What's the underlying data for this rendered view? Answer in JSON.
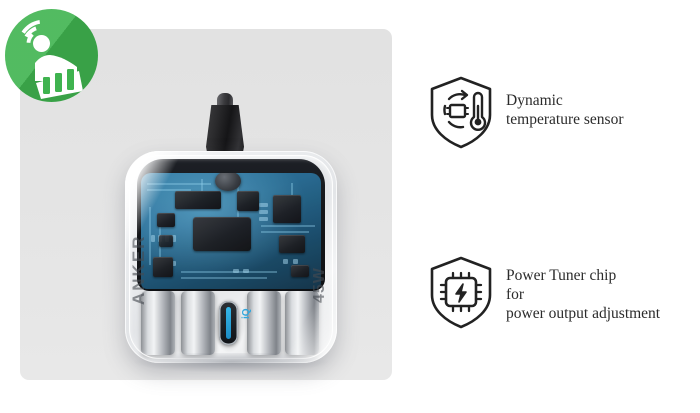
{
  "brand_logo": {
    "name": "green-circle-logo",
    "color": "#3fb34f",
    "glyph": "person-with-wifi-and-bar-chart"
  },
  "product": {
    "panel_color": "#e4e4e4",
    "name": "transparent-usb-c-charger",
    "brand_text": "ANKER",
    "wattage_text": "45W",
    "port_label": "iQ",
    "port_type": "USB-C",
    "pcb_color": "#2a6e96",
    "plug_color": "#1b1b1d"
  },
  "features": [
    {
      "icon": "shield-temperature-sensor-icon",
      "lines": [
        "Dynamic",
        "temperature sensor"
      ],
      "line1": "Dynamic",
      "line2": "temperature sensor",
      "line3": ""
    },
    {
      "icon": "shield-power-chip-icon",
      "lines": [
        "Power Tuner chip",
        "for",
        "power output adjustment"
      ],
      "line1": "Power Tuner chip",
      "line2": "for",
      "line3": "power output adjustment"
    }
  ],
  "text_color": "#2b2b2b"
}
